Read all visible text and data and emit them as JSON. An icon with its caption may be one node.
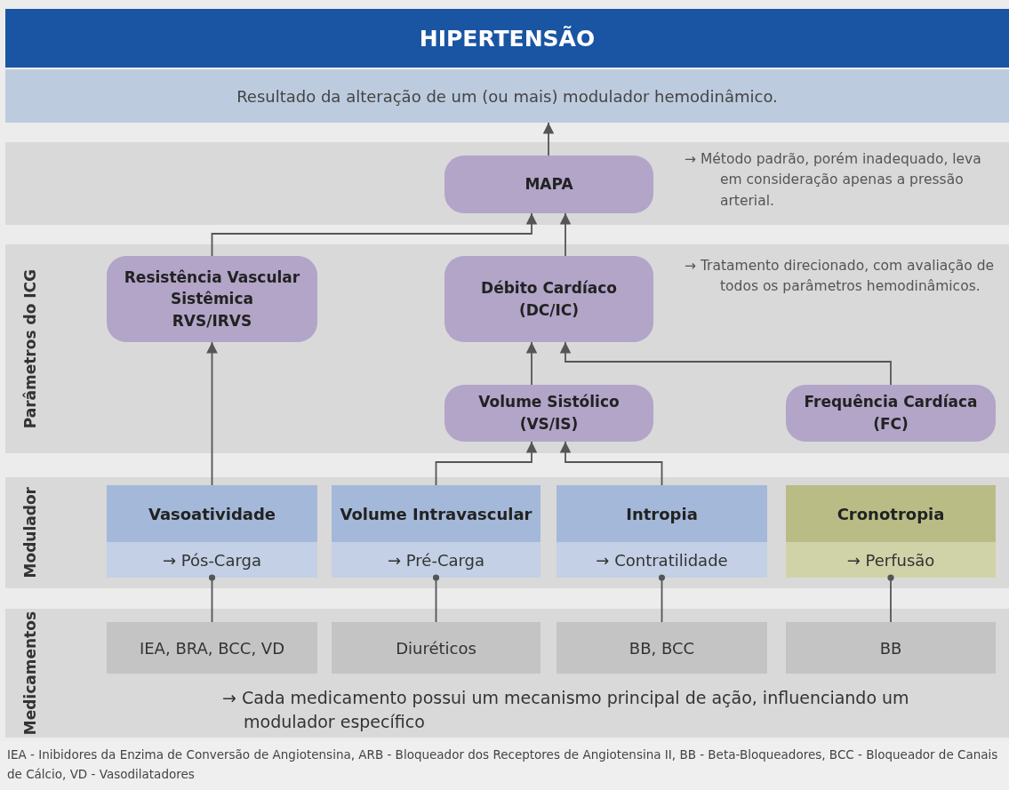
{
  "diagram": {
    "title": "HIPERTENSÃO",
    "caption": "IEA - Inibidores da Enzima de Conversão de Angiotensina, ARB - Bloqueador dos Receptores de Angiotensina II, BB - Beta-Bloqueadores, BCC - Bloqueador de Canais de Cálcio, VD - Vasodilatadores",
    "nodes": [
      {
        "text": [
          "Resultado da alteração de um (ou mais) modulador hemodinâmico."
        ]
      },
      {
        "text": [
          "MAPA"
        ],
        "beside": [
          "→ Método padrão, porém inadequado, leva em consideração apenas a pressão arterial."
        ]
      },
      {
        "text": [
          "Parâmetros do ICG"
        ]
      },
      {
        "text": [
          "Resistência Vascular Sistêmica",
          "RVS/IRVS"
        ],
        "in": 2
      },
      {
        "text": [
          "Débito Cardíaco",
          "(DC/IC)"
        ],
        "in": 2,
        "beside": [
          "→ Tratamento direcionado, com avaliação de todos os parâmetros hemodinâmicos."
        ]
      },
      {
        "text": [
          "Volume Sistólico",
          "(VS/IS)"
        ],
        "in": 2
      },
      {
        "text": [
          "Frequência Cardíaca",
          "(FC)"
        ],
        "in": 2
      },
      {
        "text": [
          "Modulador"
        ]
      },
      {
        "text": [
          "Vasoatividade",
          "→ Pós-Carga"
        ],
        "in": 7
      },
      {
        "text": [
          "Volume Intravascular",
          "→ Pré-Carga"
        ],
        "in": 7
      },
      {
        "text": [
          "Intropia",
          "→ Contratilidade"
        ],
        "in": 7
      },
      {
        "text": [
          "Cronotropia",
          "→ Perfusão"
        ],
        "in": 7
      },
      {
        "text": [
          "Medicamentos"
        ]
      },
      {
        "text": [
          "IEA, BRA, BCC, VD"
        ],
        "in": 12
      },
      {
        "text": [
          "Diuréticos"
        ],
        "in": 12
      },
      {
        "text": [
          "BB, BCC"
        ],
        "in": 12
      },
      {
        "text": [
          "BB"
        ],
        "in": 12
      }
    ],
    "edges": [
      {
        "from": 1,
        "to": 0,
        "arrow": "to"
      },
      {
        "from": 3,
        "to": 1,
        "arrow": "to"
      },
      {
        "from": 4,
        "to": 1,
        "arrow": "to"
      },
      {
        "from": 5,
        "to": 4,
        "arrow": "to"
      },
      {
        "from": 6,
        "to": 4,
        "arrow": "to"
      },
      {
        "from": 8,
        "to": 3,
        "arrow": "to"
      },
      {
        "from": 9,
        "to": 5,
        "arrow": "to"
      },
      {
        "from": 10,
        "to": 5,
        "arrow": "to"
      },
      {
        "from": 13,
        "to": 8,
        "arrow": "other"
      },
      {
        "from": 14,
        "to": 9,
        "arrow": "other"
      },
      {
        "from": 15,
        "to": 10,
        "arrow": "other"
      },
      {
        "from": 16,
        "to": 11,
        "arrow": "other"
      }
    ],
    "labels": [
      "→ Cada medicamento possui um mecanismo principal de ação, influenciando um modulador específico"
    ]
  }
}
